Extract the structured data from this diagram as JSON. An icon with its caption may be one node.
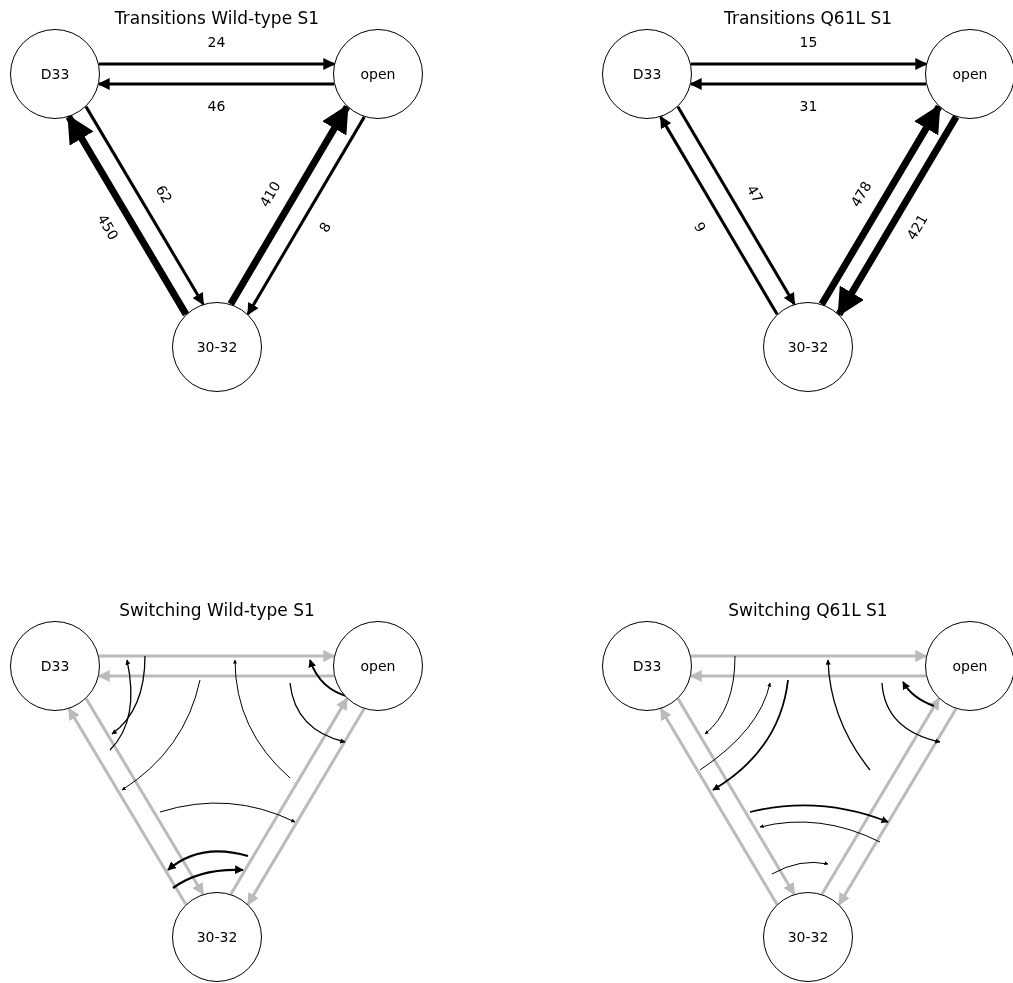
{
  "diagram": {
    "nodes": [
      {
        "text": [
          "D33"
        ]
      },
      {
        "text": [
          "open"
        ]
      },
      {
        "text": [
          "30-32"
        ]
      },
      {
        "text": [
          "D33"
        ]
      },
      {
        "text": [
          "open"
        ]
      },
      {
        "text": [
          "30-32"
        ]
      },
      {
        "text": [
          "D33"
        ]
      },
      {
        "text": [
          "open"
        ]
      },
      {
        "text": [
          "30-32"
        ]
      },
      {
        "text": [
          "D33"
        ]
      },
      {
        "text": [
          "open"
        ]
      },
      {
        "text": [
          "30-32"
        ]
      }
    ],
    "edges": [
      {
        "from": 0,
        "to": 1,
        "arrow": "to",
        "label": "24"
      },
      {
        "from": 1,
        "to": 0,
        "arrow": "to",
        "label": "46"
      },
      {
        "from": 0,
        "to": 2,
        "arrow": "to",
        "label": "62"
      },
      {
        "from": 2,
        "to": 0,
        "arrow": "to",
        "label": "450",
        "style": "thick"
      },
      {
        "from": 2,
        "to": 1,
        "arrow": "to",
        "label": "410",
        "style": "thick"
      },
      {
        "from": 1,
        "to": 2,
        "arrow": "to",
        "label": "8"
      },
      {
        "from": 3,
        "to": 4,
        "arrow": "to",
        "label": "15"
      },
      {
        "from": 4,
        "to": 3,
        "arrow": "to",
        "label": "31"
      },
      {
        "from": 3,
        "to": 5,
        "arrow": "to",
        "label": "47"
      },
      {
        "from": 5,
        "to": 3,
        "arrow": "to",
        "label": "9"
      },
      {
        "from": 5,
        "to": 4,
        "arrow": "to",
        "label": "478",
        "style": "thick"
      },
      {
        "from": 4,
        "to": 5,
        "arrow": "to",
        "label": "421",
        "style": "thick"
      },
      {
        "from": 6,
        "to": 7,
        "arrow": "to",
        "color": "#bbbbbb"
      },
      {
        "from": 7,
        "to": 6,
        "arrow": "to",
        "color": "#bbbbbb"
      },
      {
        "from": 6,
        "to": 8,
        "arrow": "to",
        "color": "#bbbbbb"
      },
      {
        "from": 8,
        "to": 6,
        "arrow": "to",
        "color": "#bbbbbb"
      },
      {
        "from": 8,
        "to": 7,
        "arrow": "to",
        "color": "#bbbbbb"
      },
      {
        "from": 7,
        "to": 8,
        "arrow": "to",
        "color": "#bbbbbb"
      },
      {
        "from": 9,
        "to": 10,
        "arrow": "to",
        "color": "#bbbbbb"
      },
      {
        "from": 10,
        "to": 9,
        "arrow": "to",
        "color": "#bbbbbb"
      },
      {
        "from": 9,
        "to": 11,
        "arrow": "to",
        "color": "#bbbbbb"
      },
      {
        "from": 11,
        "to": 9,
        "arrow": "to",
        "color": "#bbbbbb"
      },
      {
        "from": 11,
        "to": 10,
        "arrow": "to",
        "color": "#bbbbbb"
      },
      {
        "from": 10,
        "to": 11,
        "arrow": "to",
        "color": "#bbbbbb"
      }
    ],
    "labels": [
      "Transitions Wild-type S1",
      "Transitions Q61L S1",
      "Switching Wild-type S1",
      "Switching Q61L S1"
    ]
  }
}
